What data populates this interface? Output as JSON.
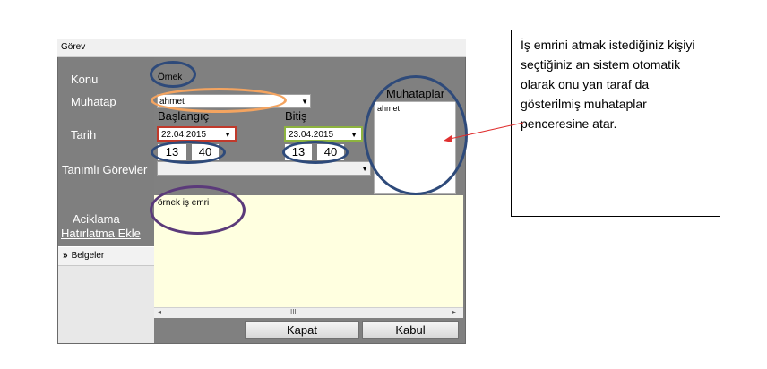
{
  "window": {
    "title": "Görev"
  },
  "sidebar": {
    "konu": "Konu",
    "muhatap": "Muhatap",
    "tarih": "Tarih",
    "tanimli_gorevler": "Tanımlı Görevler",
    "aciklama": "Aciklama",
    "hatirlatma_link": "Hatırlatma Ekle",
    "belgeler": "Belgeler"
  },
  "form": {
    "konu_value": "Örnek",
    "muhatap_value": "ahmet",
    "baslangic_label": "Başlangıç",
    "bitis_label": "Bitiş",
    "start_date": "22.04.2015",
    "end_date": "23.04.2015",
    "start_hour": "13",
    "start_minute": "40",
    "end_hour": "13",
    "end_minute": "40",
    "tanimli_gorevler_value": "",
    "description": "örnek iş emri"
  },
  "muhataplar": {
    "title": "Muhataplar",
    "items": [
      "ahmet"
    ]
  },
  "scrollbar": {
    "thumb": "III"
  },
  "buttons": {
    "kapat": "Kapat",
    "kabul": "Kabul"
  },
  "callout": {
    "text": "İş emrini atmak istediğiniz kişiyi seçtiğiniz an sistem otomatik olarak onu yan taraf da gösterilmiş muhataplar penceresine atar."
  },
  "colors": {
    "ring_blue": "#2e4a7a",
    "ring_orange": "#f4a460",
    "ring_purple": "#5b3a7a",
    "start_border": "#c0392b",
    "end_border": "#8db33f",
    "arrow": "#e03030"
  }
}
